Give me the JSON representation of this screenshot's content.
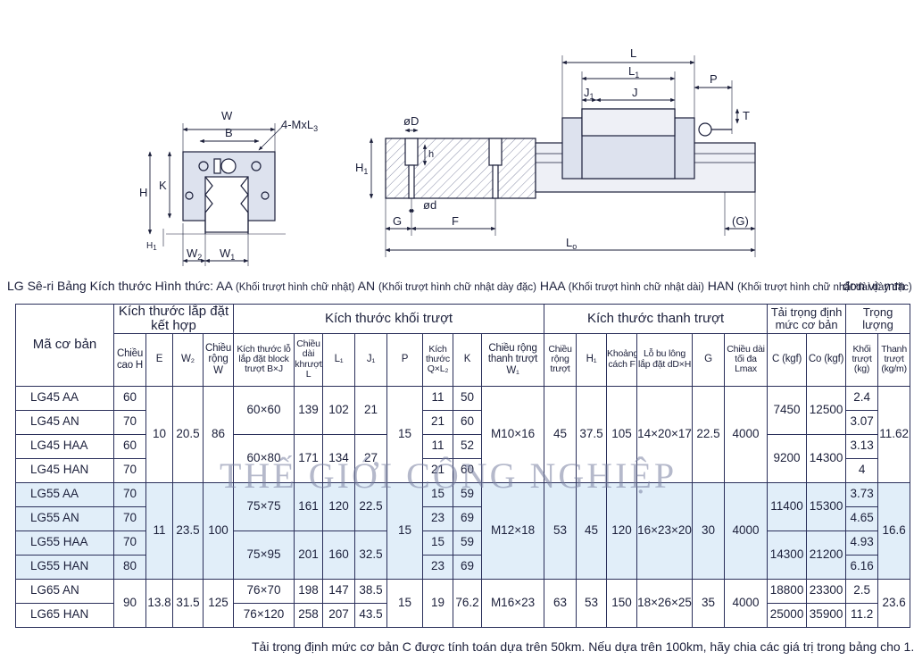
{
  "drawing_labels": {
    "W": "W",
    "B": "B",
    "M": "4-MxL",
    "M_sub": "3",
    "H": "H",
    "K": "K",
    "H1_left": "H",
    "H1_left_sub": "1",
    "W2": "W",
    "W2_sub": "2",
    "W1": "W",
    "W1_sub": "1",
    "L": "L",
    "L1": "L",
    "L1_sub": "1",
    "J1": "J",
    "J1_sub": "1",
    "J": "J",
    "P": "P",
    "T": "T",
    "phiD": "øD",
    "h": "h",
    "H1": "H",
    "H1_sub": "1",
    "phid": "ød",
    "G": "G",
    "F": "F",
    "G2": "(G)",
    "L0": "L",
    "L0_sub": "o"
  },
  "caption": {
    "title": "LG Sê-ri Bảng Kích thước Hình thức:",
    "forms": [
      {
        "code": "AA",
        "desc": "(Khối trượt hình chữ nhật)"
      },
      {
        "code": "AN",
        "desc": "(Khối trượt hình chữ nhật dày đặc)"
      },
      {
        "code": "HAA",
        "desc": "(Khối trượt hình chữ nhật dài)"
      },
      {
        "code": "HAN",
        "desc": "(Khối trượt hình chữ nhật dài dày đặc)"
      }
    ],
    "unit": "đơn vị: mm"
  },
  "table": {
    "groups": {
      "model": "Mã cơ bản",
      "mounting": "Kích thước lắp đặt kết hợp",
      "block": "Kích thước khối trượt",
      "rail": "Kích thước thanh trượt",
      "load": "Tải trọng định mức cơ bản",
      "weight": "Trọng lượng"
    },
    "sub": {
      "H": "Chiều cao H",
      "E": "E",
      "W2": "W₂",
      "W": "Chiều rộng W",
      "BJ": "Kích thước lỗ lắp đặt block trượt B×J",
      "Lblk": "Chiều dài khrượt L",
      "L1": "L₁",
      "J1": "J₁",
      "P": "P",
      "QL2": "Kích thước Q×L₂",
      "K": "K",
      "W1": "Chiều rộng thanh trượt W₁",
      "rail_w": "Chiều rộng trượt",
      "H1": "H₁",
      "F": "Khoảng cách F",
      "dDH": "Lỗ bu lông lắp đặt dD×H",
      "G": "G",
      "Lmax": "Chiều dài tối đa Lmax",
      "C": "C (kgf)",
      "Co": "Co (kgf)",
      "blk_w": "Khối trượt (kg)",
      "rail_wt": "Thanh trượt (kg/m)"
    },
    "rows": {
      "lg45": [
        {
          "model": "LG45 AA",
          "H": "60",
          "BJ": "60×60",
          "L": "139",
          "L1": "102",
          "J1": "21",
          "Q": "11",
          "K": "50",
          "C": "7450",
          "Co": "12500",
          "wt": "2.4"
        },
        {
          "model": "LG45 AN",
          "H": "70",
          "Q": "21",
          "K": "60",
          "wt": "3.07"
        },
        {
          "model": "LG45 HAA",
          "H": "60",
          "BJ": "60×80",
          "L": "171",
          "L1": "134",
          "J1": "27",
          "Q": "11",
          "K": "52",
          "C": "9200",
          "Co": "14300",
          "wt": "3.13"
        },
        {
          "model": "LG45 HAN",
          "H": "70",
          "Q": "21",
          "K": "60",
          "wt": "4"
        }
      ],
      "lg45_shared": {
        "E": "10",
        "W2": "20.5",
        "W": "86",
        "P": "15",
        "W1": "M10×16",
        "rail_w": "45",
        "H1": "37.5",
        "F": "105",
        "dDH": "14×20×17",
        "G": "22.5",
        "Lmax": "4000",
        "rail_wt": "11.62"
      },
      "lg55": [
        {
          "model": "LG55 AA",
          "H": "70",
          "BJ": "75×75",
          "L": "161",
          "L1": "120",
          "J1": "22.5",
          "Q": "15",
          "K": "59",
          "C": "11400",
          "Co": "15300",
          "wt": "3.73"
        },
        {
          "model": "LG55 AN",
          "H": "70",
          "Q": "23",
          "K": "69",
          "wt": "4.65"
        },
        {
          "model": "LG55 HAA",
          "H": "70",
          "BJ": "75×95",
          "L": "201",
          "L1": "160",
          "J1": "32.5",
          "Q": "15",
          "K": "59",
          "C": "14300",
          "Co": "21200",
          "wt": "4.93"
        },
        {
          "model": "LG55 HAN",
          "H": "80",
          "Q": "23",
          "K": "69",
          "wt": "6.16"
        }
      ],
      "lg55_shared": {
        "E": "11",
        "W2": "23.5",
        "W": "100",
        "P": "15",
        "W1": "M12×18",
        "rail_w": "53",
        "H1": "45",
        "F": "120",
        "dDH": "16×23×20",
        "G": "30",
        "Lmax": "4000",
        "rail_wt": "16.6"
      },
      "lg65": [
        {
          "model": "LG65 AN",
          "BJ": "76×70",
          "L": "198",
          "L1": "147",
          "J1": "38.5",
          "C": "18800",
          "Co": "23300",
          "wt": "2.5"
        },
        {
          "model": "LG65 HAN",
          "BJ": "76×120",
          "L": "258",
          "L1": "207",
          "J1": "43.5",
          "C": "25000",
          "Co": "35900",
          "wt": "11.2"
        }
      ],
      "lg65_shared": {
        "H": "90",
        "E": "13.8",
        "W2": "31.5",
        "W": "125",
        "P": "15",
        "Q": "19",
        "K": "76.2",
        "W1": "M16×23",
        "rail_w": "63",
        "H1": "53",
        "F": "150",
        "dDH": "18×26×25",
        "G": "35",
        "Lmax": "4000",
        "rail_wt": "23.6"
      }
    }
  },
  "watermark": "THẾ GIỚI CÔNG NGHIỆP",
  "footnote": "Tải trọng định mức cơ bản C được tính toán dựa trên 50km. Nếu dựa trên 100km, hãy chia các giá trị trong bảng cho 1.26."
}
